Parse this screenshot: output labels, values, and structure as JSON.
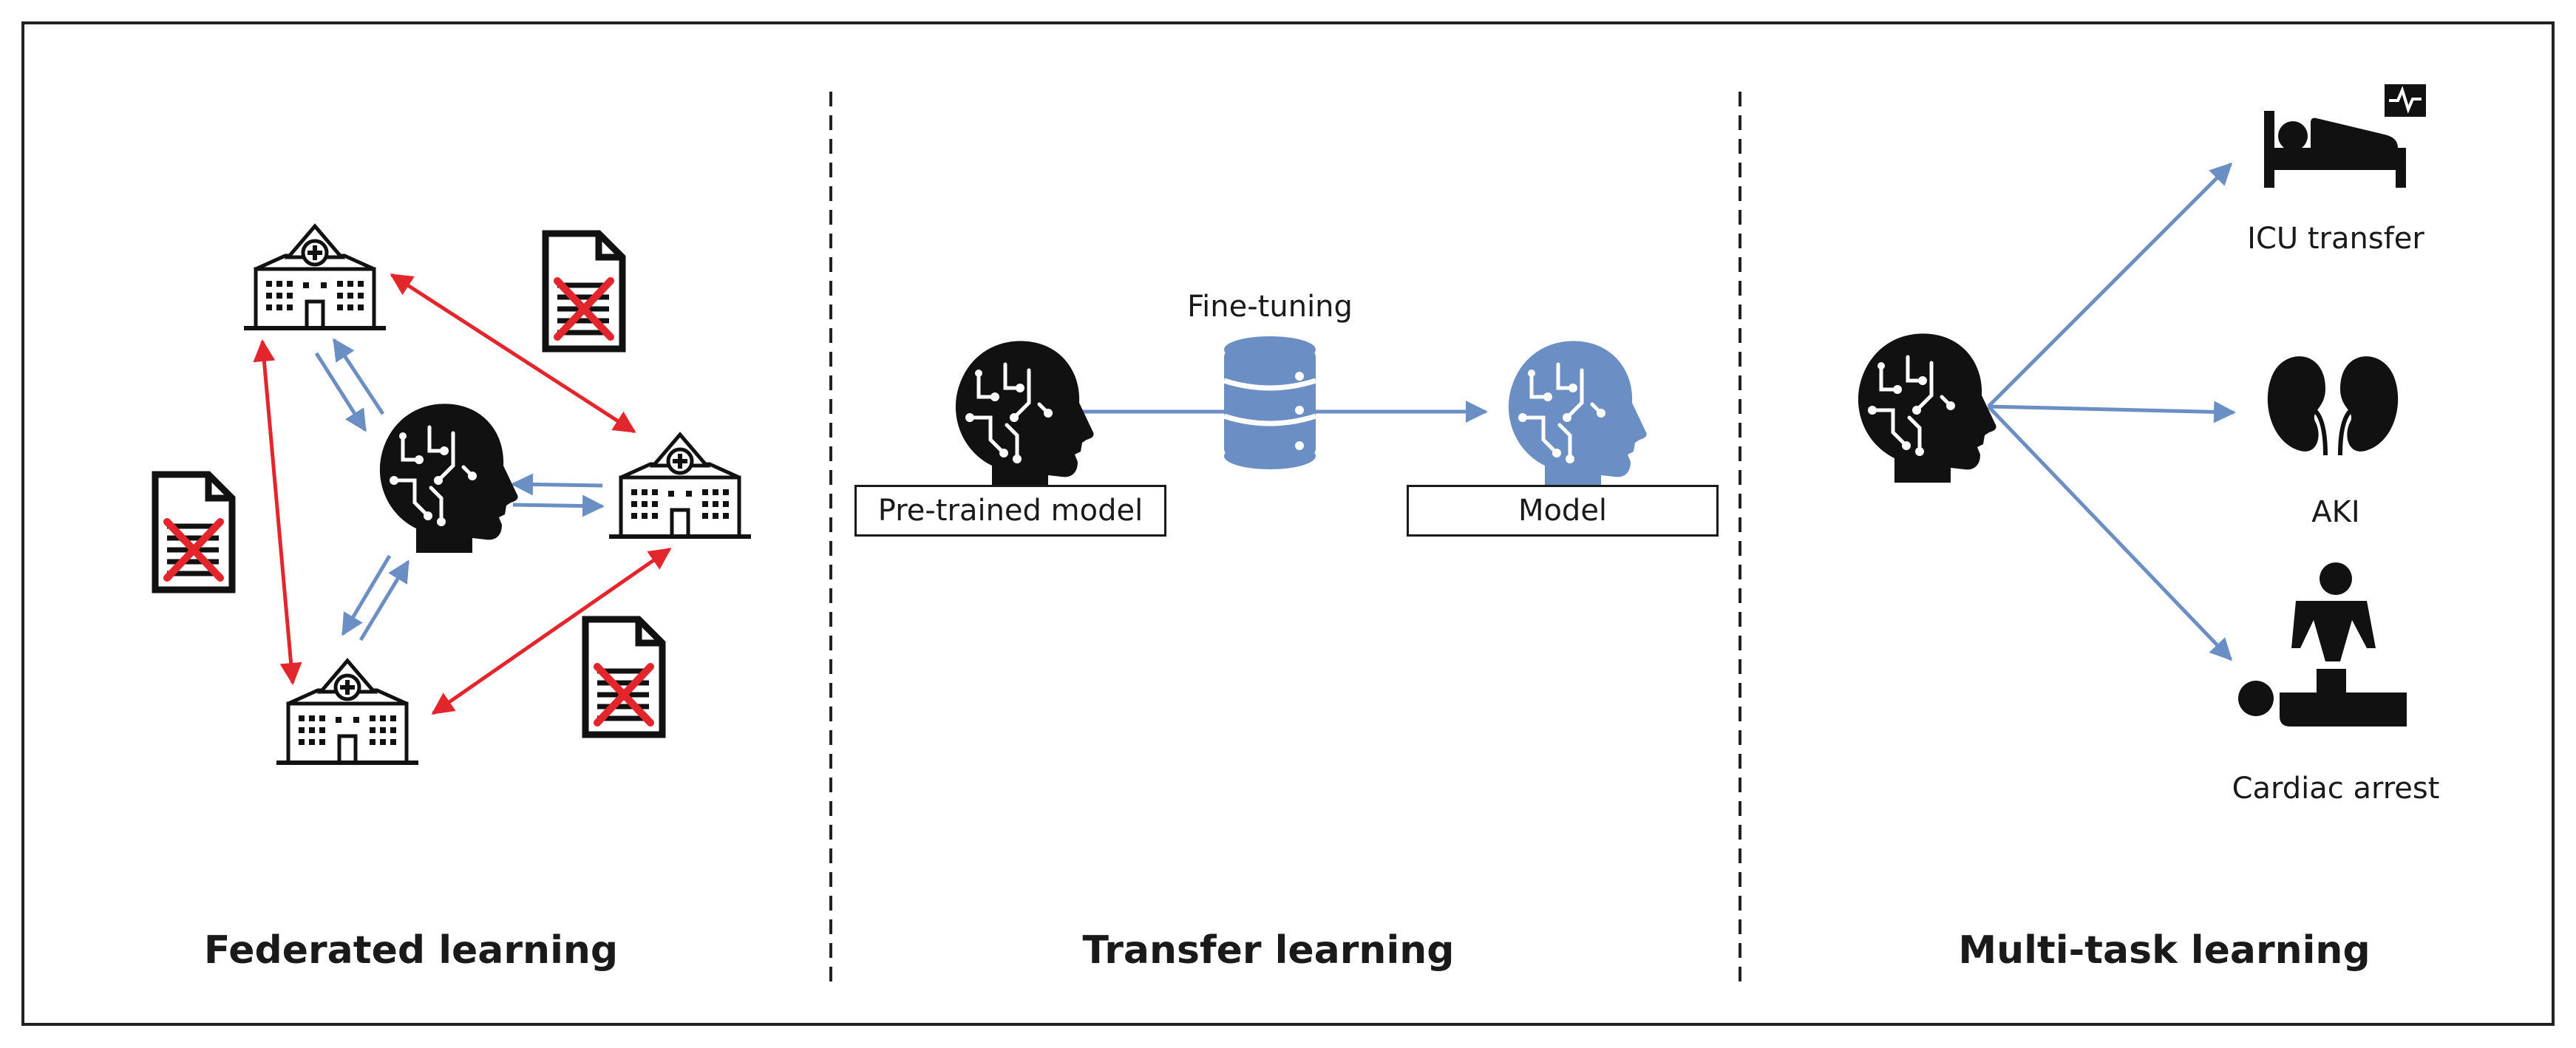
{
  "panels": {
    "federated": {
      "title": "Federated learning"
    },
    "transfer": {
      "title": "Transfer learning",
      "fine_tuning": "Fine-tuning",
      "pretrained_label": "Pre-trained model",
      "model_label": "Model"
    },
    "multitask": {
      "title": "Multi-task learning",
      "tasks": [
        "ICU transfer",
        "AKI",
        "Cardiac arrest"
      ]
    }
  },
  "colors": {
    "blue": "#6b8fc4",
    "red": "#e3262b",
    "black": "#111111"
  },
  "icons": [
    "hospital-icon",
    "brain-head-icon",
    "document-blocked-icon",
    "database-icon",
    "icu-bed-icon",
    "kidney-icon",
    "cpr-icon"
  ]
}
